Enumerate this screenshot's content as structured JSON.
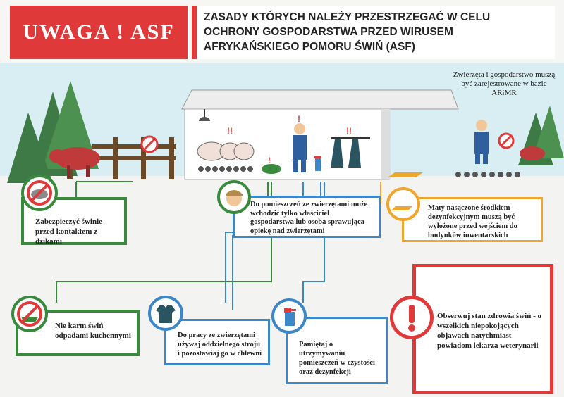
{
  "header": {
    "uwaga": "UWAGA ! ASF",
    "title": "ZASADY KTÓRYCH NALEŻY PRZESTRZEGAĆ W CELU OCHRONY GOSPODARSTWA PRZED WIRUSEM AFRYKAŃSKIEGO POMORU ŚWIŃ (ASF)"
  },
  "registration": "Zwierzęta i gospodarstwo muszą być zarejestrowane w bazie ARiMR",
  "rules": {
    "wild_boar": "Zabezpieczyć świnie przed kontaktem z dzikami",
    "access": "Do pomieszczeń ze zwierzętami może wchodzić tylko właściciel gospodarstwa lub osoba sprawująca opiekę nad zwierzętami",
    "mats": "Maty nasączone środkiem dezynfekcyjnym muszą być wyłożone przed wejściem do budynków inwentarskich",
    "food": "Nie karm świń odpadami kuchennymi",
    "clothes": "Do pracy ze zwierzętami używaj oddzielnego stroju i pozostawiaj go w chlewni",
    "clean": "Pamiętaj o utrzymywaniu pomieszczeń w czystości oraz dezynfekcji",
    "health": "Obserwuj stan zdrowia świń - o wszelkich niepokojących objawach natychmiast powiadom lekarza weterynarii"
  },
  "colors": {
    "red": "#e0393a",
    "green": "#3a8a3e",
    "blue": "#3b87c7",
    "orange": "#f0a52b"
  },
  "icons": [
    "no-wild-boar-icon",
    "farmer-face-icon",
    "disinfection-mat-icon",
    "no-food-waste-icon",
    "work-clothes-icon",
    "disinfectant-spray-icon",
    "exclamation-icon"
  ]
}
